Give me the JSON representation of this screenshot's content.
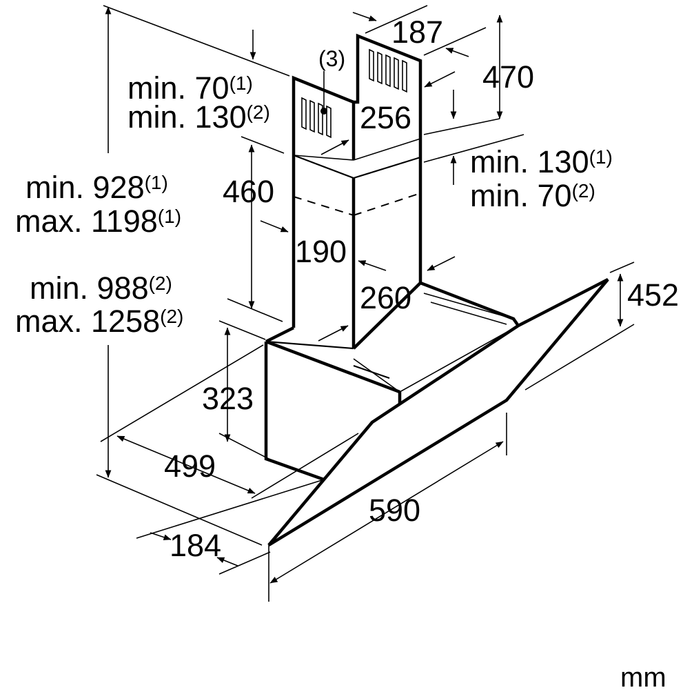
{
  "units": "mm",
  "callout": "(3)",
  "dimensions": {
    "chimney_width": "187",
    "chimney_height": "470",
    "chimney_depth": "256",
    "lower_chimney_height": "460",
    "chimney_inner_width": "190",
    "chimney_inner_depth": "260",
    "hood_front_height": "452",
    "canopy_height": "323",
    "canopy_depth": "499",
    "glass_depth": "184",
    "glass_width": "590"
  },
  "clearances": {
    "top": {
      "line1": "min. 70",
      "sup1": "(1)",
      "line2": "min. 130",
      "sup2": "(2)"
    },
    "right": {
      "line1": "min. 130",
      "sup1": "(1)",
      "line2": "min. 70",
      "sup2": "(2)"
    }
  },
  "overall_height": {
    "v1_line1": "min. 928",
    "v1_sup1": "(1)",
    "v1_line2": "max. 1198",
    "v1_sup2": "(1)",
    "v2_line1": "min. 988",
    "v2_sup1": "(2)",
    "v2_line2": "max. 1258",
    "v2_sup2": "(2)"
  }
}
